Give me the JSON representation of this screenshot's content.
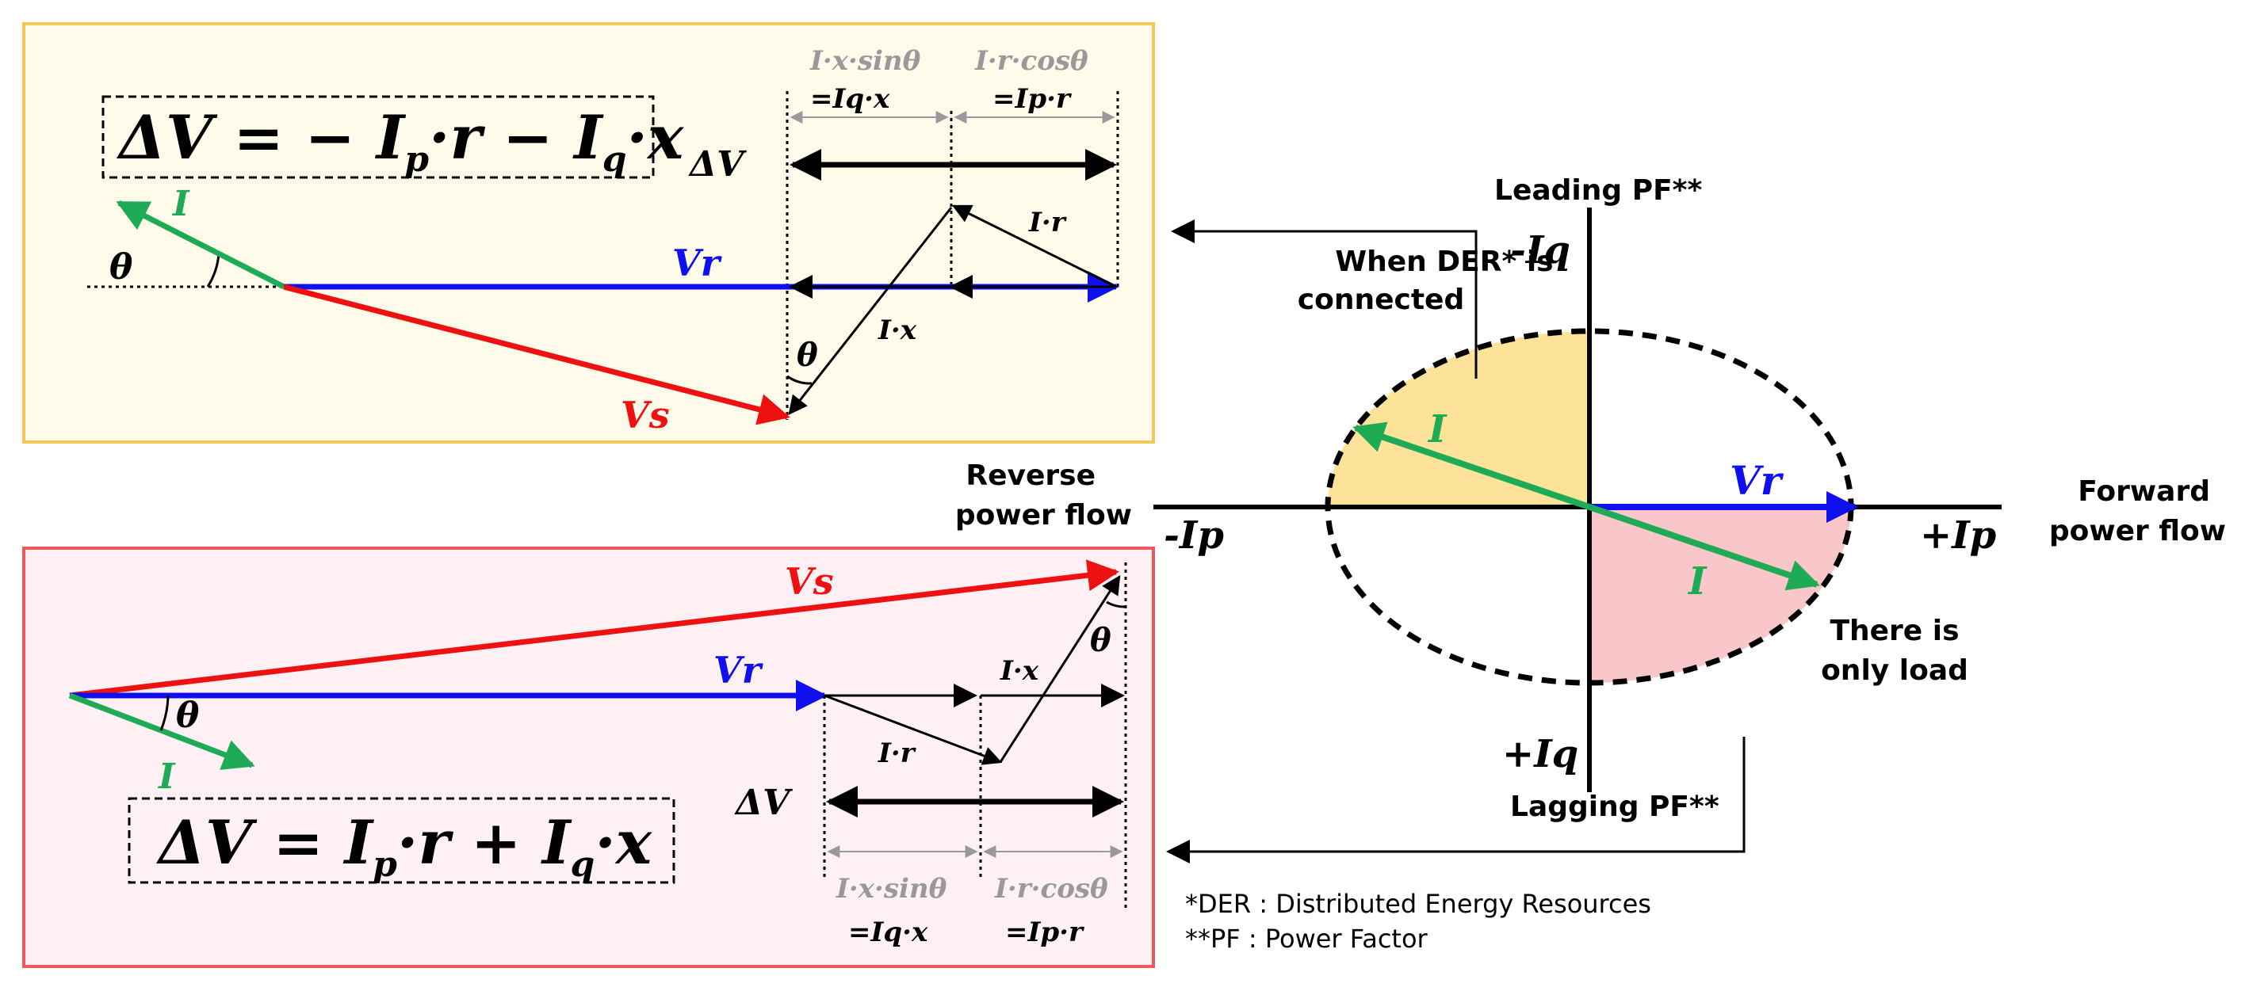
{
  "colors": {
    "current": "#1faa55",
    "vr": "#1010ee",
    "vs": "#ee1111",
    "leading_fill": "#fde29a",
    "lagging_fill": "#f9c7c9",
    "top_panel_bg": "#fffbea",
    "top_panel_border": "#f3c85a",
    "bottom_panel_bg": "#fff1f3",
    "bottom_panel_border": "#ec5b5b"
  },
  "top_panel": {
    "formula": "ΔV = − Ip·r − Iq·x",
    "formula_parts": {
      "dv": "ΔV",
      "eq": " = − ",
      "ip": "I",
      "ip_sub": "p",
      "r1": "·r − ",
      "iq": "I",
      "iq_sub": "q",
      "x1": "·x"
    },
    "dim_label_1_top": "I·x·sinθ",
    "dim_label_1_bottom": "=Iq·x",
    "dim_label_2_top": "I·r·cosθ",
    "dim_label_2_bottom": "=Ip·r",
    "delta_v": "ΔV",
    "current": "I",
    "vr": "Vr",
    "vs": "Vs",
    "theta": "θ",
    "ir": "I·r",
    "ix": "I·x"
  },
  "bottom_panel": {
    "formula": "ΔV = Ip·r + Iq·x",
    "formula_parts": {
      "dv": "ΔV",
      "eq": " = ",
      "ip": "I",
      "ip_sub": "p",
      "r1": "·r + ",
      "iq": "I",
      "iq_sub": "q",
      "x1": "·x"
    },
    "dim_label_1_top": "I·x·sinθ",
    "dim_label_1_bottom": "=Iq·x",
    "dim_label_2_top": "I·r·cosθ",
    "dim_label_2_bottom": "=Ip·r",
    "delta_v": "ΔV",
    "current": "I",
    "vr": "Vr",
    "vs": "Vs",
    "theta": "θ",
    "ir": "I·r",
    "ix": "I·x"
  },
  "quadrant": {
    "leading_pf": "Leading PF**",
    "lagging_pf": "Lagging PF**",
    "neg_iq": "-Iq",
    "pos_iq": "+Iq",
    "neg_ip": "-Ip",
    "pos_ip": "+Ip",
    "reverse_line1": "Reverse",
    "reverse_line2": "power flow",
    "forward_line1": "Forward",
    "forward_line2": "power flow",
    "der_line1": "When DER* is",
    "der_line2": "connected",
    "load_line1": "There is",
    "load_line2": "only load",
    "current": "I",
    "vr": "Vr"
  },
  "footnotes": {
    "der": "*DER : Distributed Energy Resources",
    "pf": "**PF : Power Factor"
  }
}
